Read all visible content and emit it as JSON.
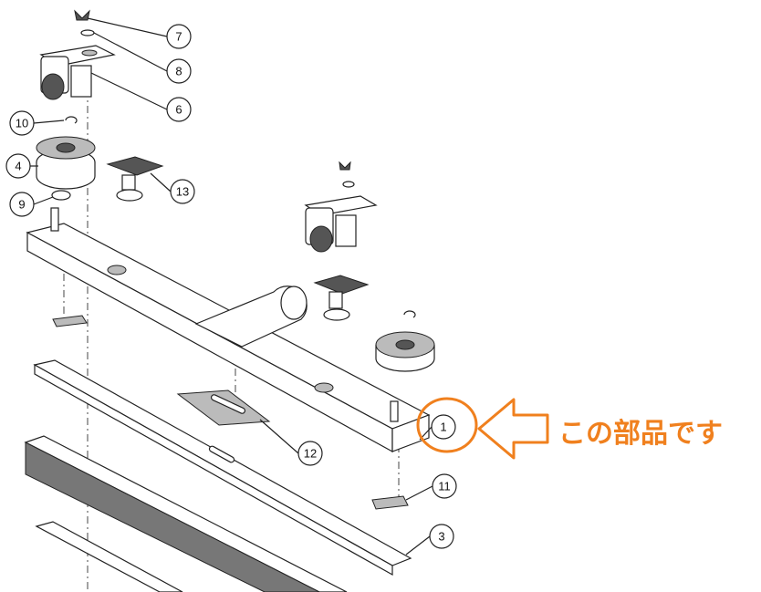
{
  "callouts": {
    "c7": "7",
    "c8": "8",
    "c6": "6",
    "c10": "10",
    "c4": "4",
    "c13": "13",
    "c9": "9",
    "c1": "1",
    "c12": "12",
    "c11": "11",
    "c3": "3"
  },
  "annotation": {
    "text": "この部品です",
    "color": "#f0801e"
  }
}
